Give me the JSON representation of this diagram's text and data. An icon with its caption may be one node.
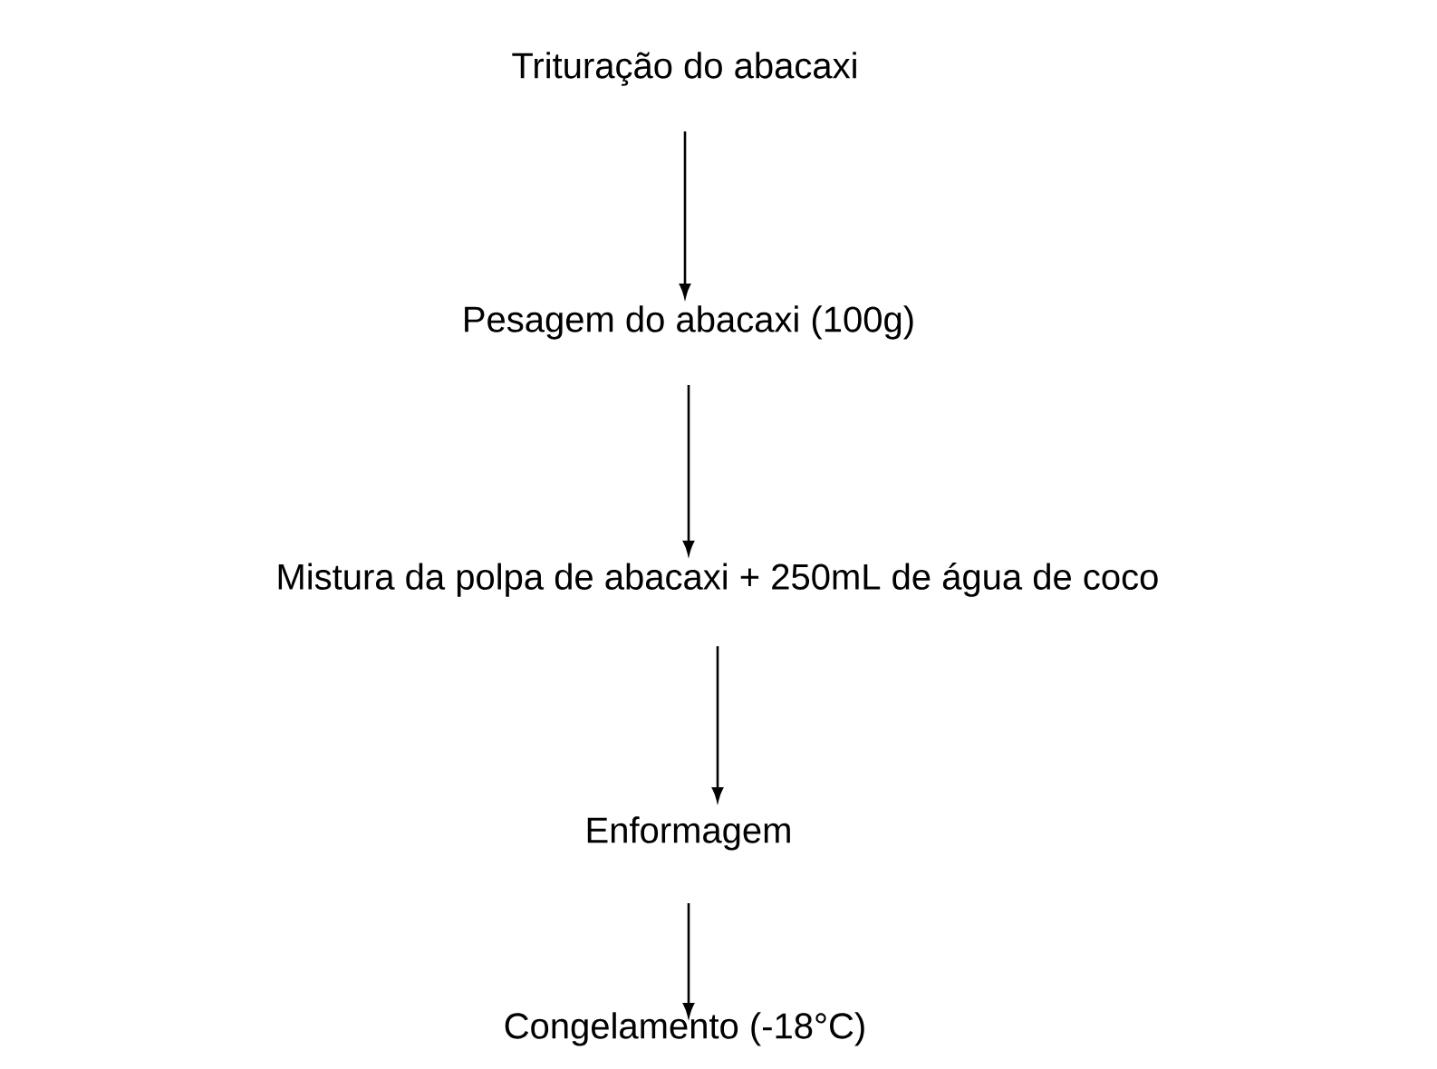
{
  "diagram": {
    "nodes": [
      {
        "text": [
          "Trituração do abacaxi"
        ]
      },
      {
        "text": [
          "Pesagem do abacaxi (100g)"
        ]
      },
      {
        "text": [
          "Mistura da polpa de abacaxi + 250mL de água de coco"
        ]
      },
      {
        "text": [
          "Enformagem"
        ]
      },
      {
        "text": [
          "Congelamento (-18°C)"
        ]
      }
    ],
    "edges": [
      {
        "from": 0,
        "to": 1,
        "arrow": "to"
      },
      {
        "from": 1,
        "to": 2,
        "arrow": "to"
      },
      {
        "from": 2,
        "to": 3,
        "arrow": "to"
      },
      {
        "from": 3,
        "to": 4,
        "arrow": "to"
      }
    ]
  }
}
